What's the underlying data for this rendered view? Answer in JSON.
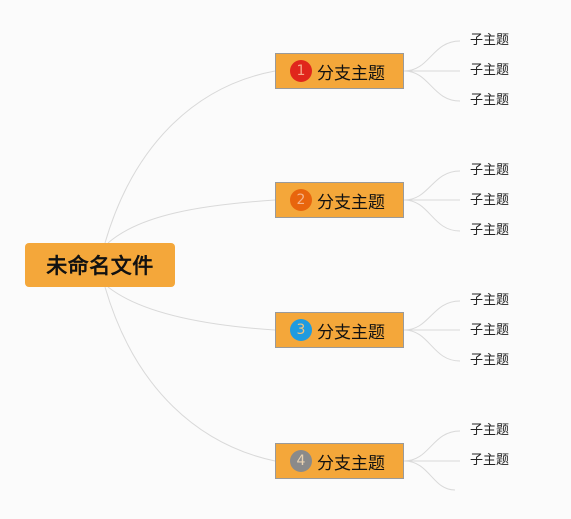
{
  "central": {
    "label": "未命名文件"
  },
  "branches": [
    {
      "number": "1",
      "label": "分支主题",
      "badge_bg": "#e0261c",
      "badge_fg": "#f7a98a",
      "subtopics": [
        "子主题",
        "子主题",
        "子主题"
      ]
    },
    {
      "number": "2",
      "label": "分支主题",
      "badge_bg": "#e8650d",
      "badge_fg": "#f5b38a",
      "subtopics": [
        "子主题",
        "子主题",
        "子主题"
      ]
    },
    {
      "number": "3",
      "label": "分支主题",
      "badge_bg": "#1f9be0",
      "badge_fg": "#f4c27a",
      "subtopics": [
        "子主题",
        "子主题",
        "子主题"
      ]
    },
    {
      "number": "4",
      "label": "分支主题",
      "badge_bg": "#8a8a8a",
      "badge_fg": "#e8d2b2",
      "subtopics": [
        "子主题",
        "子主题",
        ""
      ]
    }
  ],
  "colors": {
    "node_fill": "#f4a73a",
    "connector": "#d9d9d9",
    "background": "#fbfbfb"
  }
}
